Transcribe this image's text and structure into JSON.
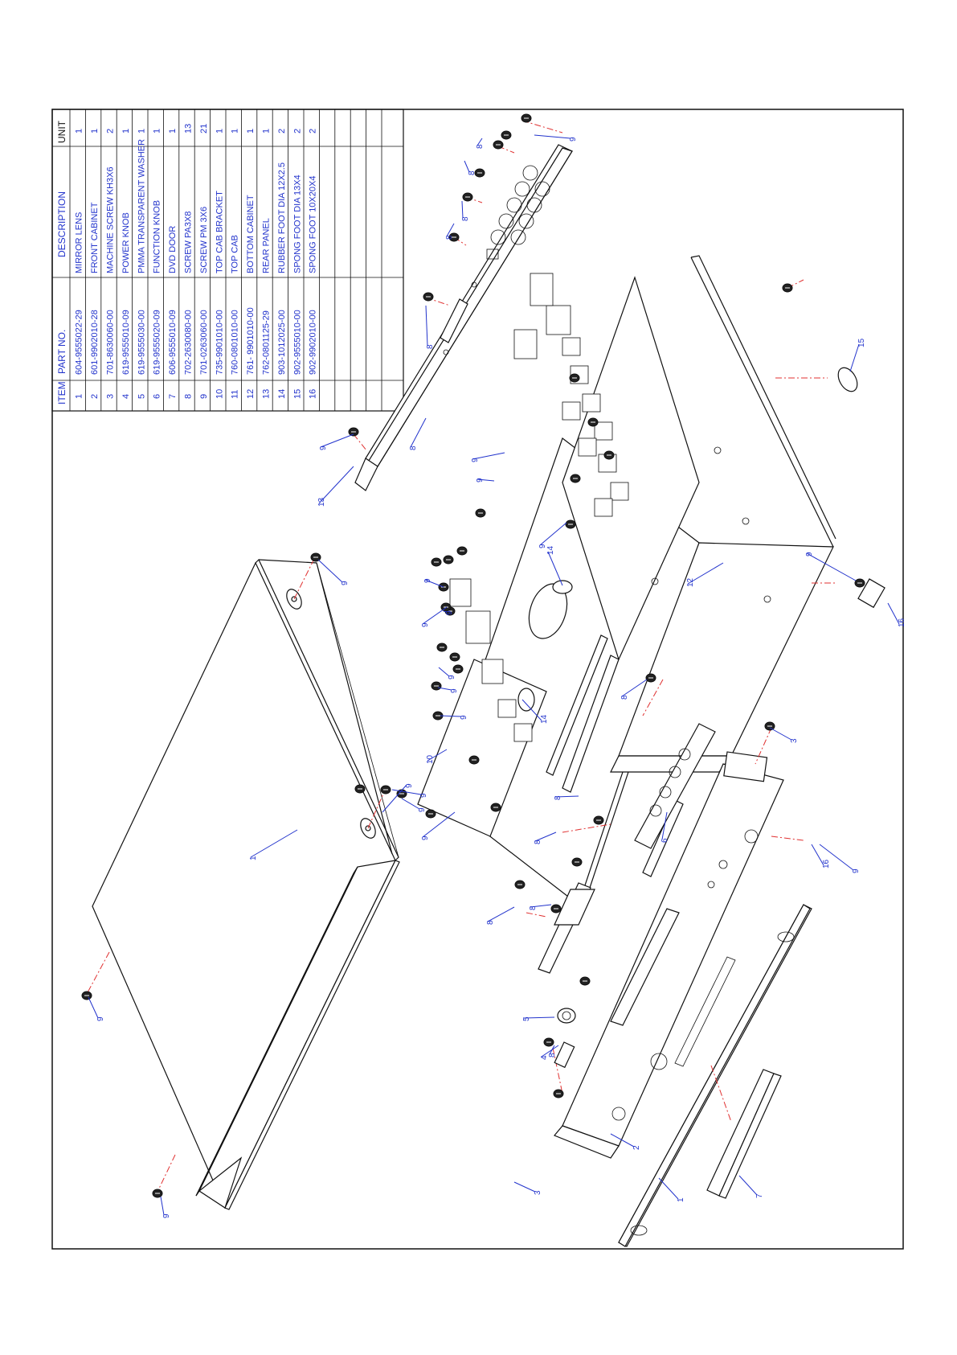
{
  "table": {
    "headers": {
      "item": "ITEM",
      "part": "PART  NO.",
      "desc": "DESCRIPTION",
      "unit": "UNIT"
    },
    "rows": [
      {
        "item": "1",
        "part": "604-9555022-29",
        "desc": "MIRROR LENS",
        "unit": "1"
      },
      {
        "item": "2",
        "part": "601-9902010-28",
        "desc": "FRONT CABINET",
        "unit": "1"
      },
      {
        "item": "3",
        "part": "701-8630060-00",
        "desc": "MACHINE SCREW KH3X6",
        "unit": "2"
      },
      {
        "item": "4",
        "part": "619-9555010-09",
        "desc": "POWER KNOB",
        "unit": "1"
      },
      {
        "item": "5",
        "part": "619-9555030-00",
        "desc": "PMMA TRANSPARENT WASHER",
        "unit": "1"
      },
      {
        "item": "6",
        "part": "619-9555020-09",
        "desc": "FUNCTION KNOB",
        "unit": "1"
      },
      {
        "item": "7",
        "part": "606-9555010-09",
        "desc": "DVD DOOR",
        "unit": "1"
      },
      {
        "item": "8",
        "part": "702-2630080-00",
        "desc": "SCREW PA3X8",
        "unit": "13"
      },
      {
        "item": "9",
        "part": "701-0263060-00",
        "desc": "SCREW PM 3X6",
        "unit": "21"
      },
      {
        "item": "10",
        "part": "735-9901010-00",
        "desc": "TOP CAB BRACKET",
        "unit": "1"
      },
      {
        "item": "11",
        "part": "760-0801010-00",
        "desc": "TOP CAB",
        "unit": "1"
      },
      {
        "item": "12",
        "part": "761-  9901010-00",
        "desc": "BOTTOM CABINET",
        "unit": "1"
      },
      {
        "item": "13",
        "part": "762-0801125-29",
        "desc": "REAR PANEL",
        "unit": "1"
      },
      {
        "item": "14",
        "part": "903-1012025-00",
        "desc": "RUBBER FOOT DIA 12X2.5",
        "unit": "2"
      },
      {
        "item": "15",
        "part": "902-9555010-00",
        "desc": "SPONG FOOT DIA 13X4",
        "unit": "2"
      },
      {
        "item": "16",
        "part": "902-9902010-00",
        "desc": "SPONG FOOT 10X20X4",
        "unit": "2"
      }
    ]
  },
  "callouts": [
    {
      "label": "9"
    },
    {
      "label": "9"
    },
    {
      "label": "9"
    },
    {
      "label": "9"
    },
    {
      "label": "1"
    },
    {
      "label": "9"
    },
    {
      "label": "9"
    },
    {
      "label": "10"
    },
    {
      "label": "9"
    },
    {
      "label": "9"
    },
    {
      "label": "9"
    },
    {
      "label": "9"
    },
    {
      "label": "9"
    },
    {
      "label": "9"
    },
    {
      "label": "9"
    },
    {
      "label": "14"
    },
    {
      "label": "14"
    },
    {
      "label": "9"
    },
    {
      "label": "13"
    },
    {
      "label": "9"
    },
    {
      "label": "9"
    },
    {
      "label": "9"
    },
    {
      "label": "12"
    },
    {
      "label": "15"
    },
    {
      "label": "9"
    },
    {
      "label": "9"
    },
    {
      "label": "16"
    },
    {
      "label": "8"
    },
    {
      "label": "8"
    },
    {
      "label": "8"
    },
    {
      "label": "6"
    },
    {
      "label": "8"
    },
    {
      "label": "3"
    },
    {
      "label": "16"
    },
    {
      "label": "8"
    },
    {
      "label": "8"
    },
    {
      "label": "5"
    },
    {
      "label": "4"
    },
    {
      "label": "3"
    },
    {
      "label": "2"
    },
    {
      "label": "1"
    },
    {
      "label": "7"
    },
    {
      "label": "8"
    },
    {
      "label": "8"
    },
    {
      "label": "8"
    },
    {
      "label": "8"
    },
    {
      "label": "8"
    },
    {
      "label": "8"
    },
    {
      "label": "9"
    }
  ]
}
